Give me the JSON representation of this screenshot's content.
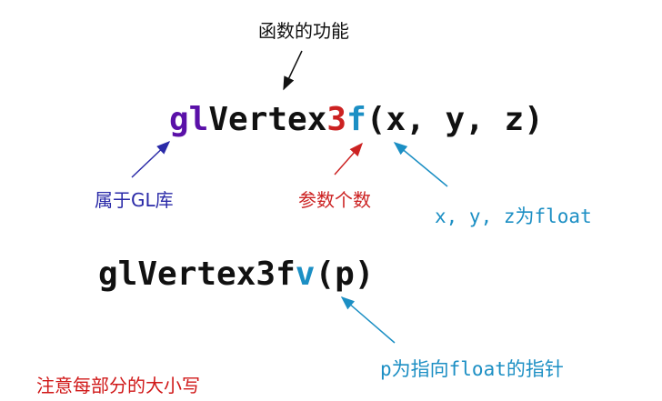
{
  "colors": {
    "black": "#111111",
    "purple": "#5a10a8",
    "red": "#cc2222",
    "teal": "#1c8fc4",
    "note_blue": "#2a2aa8",
    "note_red": "#d01818"
  },
  "top_label": "函数的功能",
  "expr1": {
    "prefix": "gl",
    "name": "Vertex",
    "count": "3",
    "type": "f",
    "args": "(x, y, z)"
  },
  "expr2": {
    "body": "glVertex3f",
    "suffix": "v",
    "args": "(p)"
  },
  "labels": {
    "gl_lib": "属于GL库",
    "param_count": "参数个数",
    "xyz_float": "x, y, z为float",
    "p_pointer": "p为指向float的指针",
    "case_note": "注意每部分的大小写"
  }
}
